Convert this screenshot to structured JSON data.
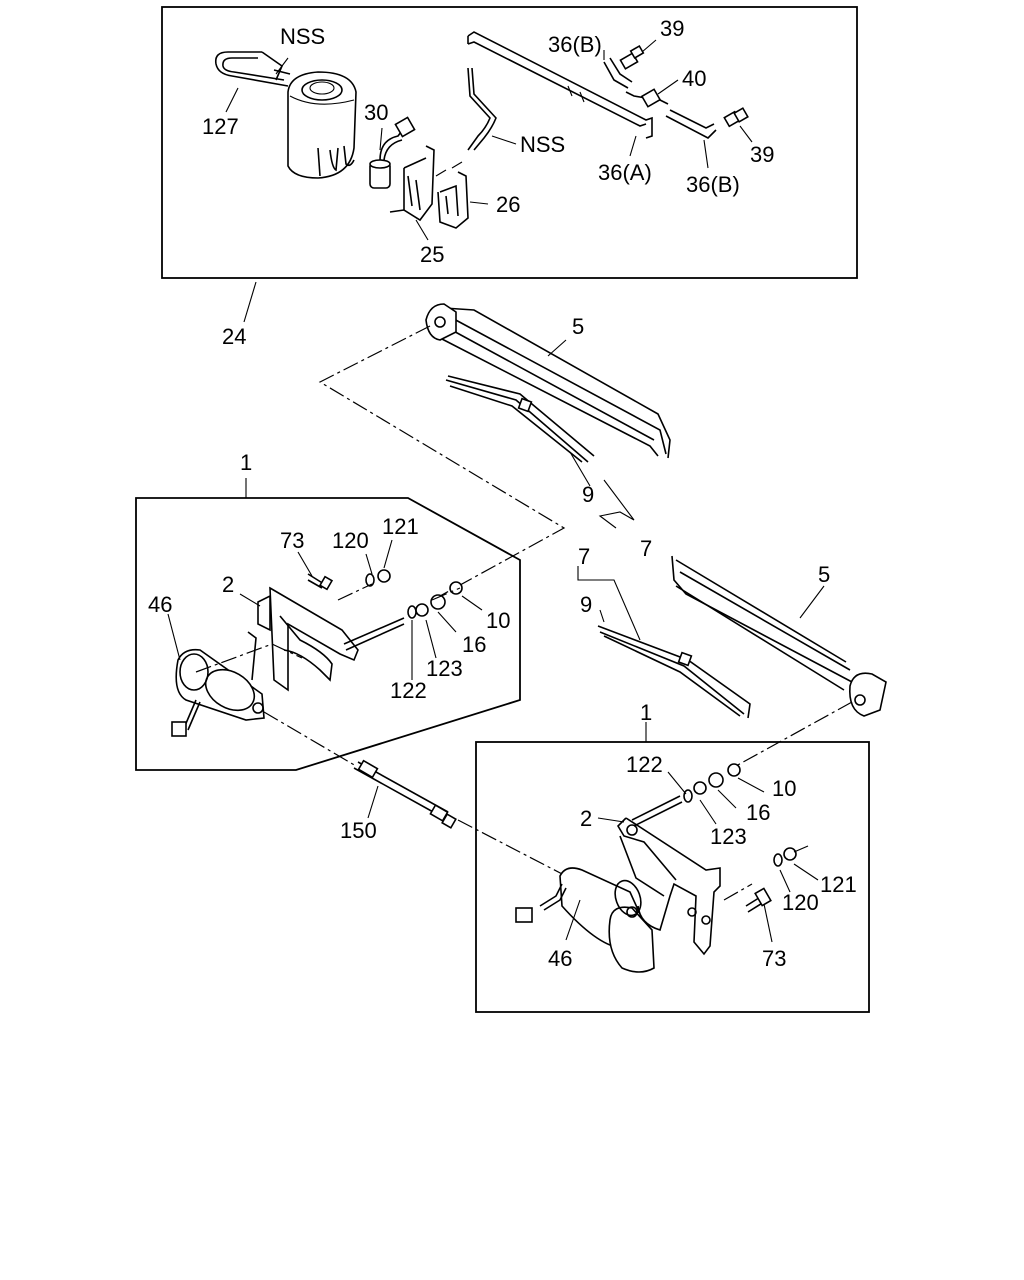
{
  "labels": {
    "nss_tank": "NSS",
    "nss_hose": "NSS",
    "p127": "127",
    "p30": "30",
    "p25": "25",
    "p26": "26",
    "p36b_top": "36(B)",
    "p39_top": "39",
    "p40": "40",
    "p39_right": "39",
    "p36a": "36(A)",
    "p36b_bottom": "36(B)",
    "p24": "24",
    "p5_top": "5",
    "p9_top": "9",
    "p7_top": "7",
    "p1_left": "1",
    "p73_left": "73",
    "p120_left": "120",
    "p121_left": "121",
    "p2_left": "2",
    "p46_left": "46",
    "p10_left": "10",
    "p16_left": "16",
    "p123_left": "123",
    "p122_left": "122",
    "p7_mid": "7",
    "p9_mid": "9",
    "p5_right": "5",
    "p1_right": "1",
    "p122_right": "122",
    "p10_right": "10",
    "p16_right": "16",
    "p2_right": "2",
    "p123_right": "123",
    "p121_right": "121",
    "p120_right": "120",
    "p73_right": "73",
    "p46_right": "46",
    "p150": "150"
  }
}
